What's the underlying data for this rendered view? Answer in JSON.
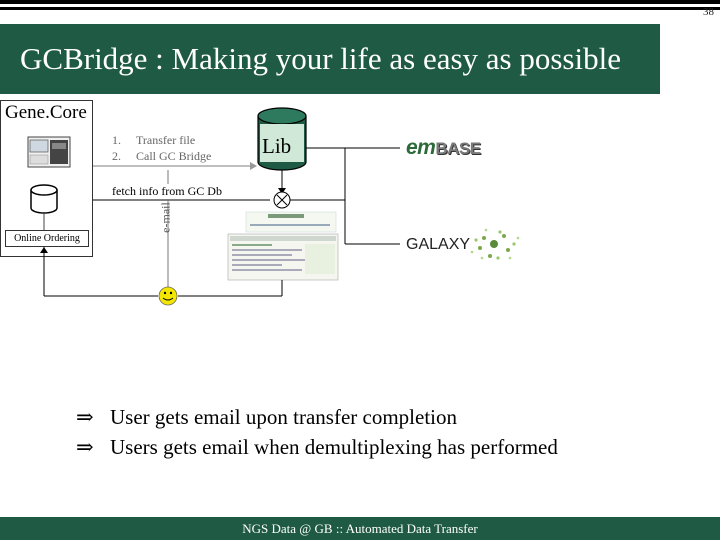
{
  "page_number": "38",
  "title": "GCBridge : Making your life as easy as possible",
  "genecore_label": "Gene.Core",
  "steps": [
    {
      "num": "1.",
      "text": "Transfer file"
    },
    {
      "num": "2.",
      "text": "Call GC Bridge"
    }
  ],
  "lib_label": "Lib",
  "fetch_label": "fetch info from GC Db",
  "email_label": "e-mail",
  "online_ordering_label": "Online Ordering",
  "embase_logo": {
    "part1": "em",
    "part2": "BASE"
  },
  "galaxy_logo": "GALAXY",
  "bullets": [
    {
      "arrow": "⇒",
      "text": "User gets email upon transfer completion"
    },
    {
      "arrow": "⇒",
      "text": "Users gets email when demultiplexing has performed"
    }
  ],
  "footer": "NGS Data @ GB :: Automated Data Transfer",
  "colors": {
    "accent": "#1f5a45",
    "smiley": "#f3e600"
  }
}
